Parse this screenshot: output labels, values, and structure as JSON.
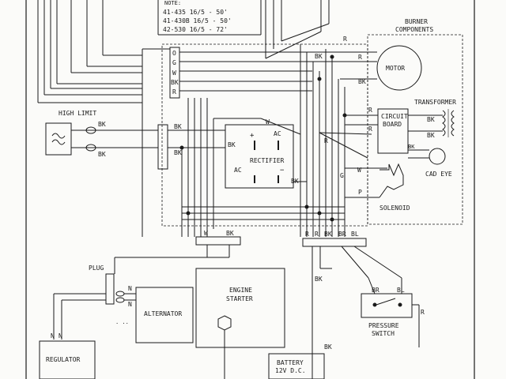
{
  "note": {
    "title": "NOTE:",
    "rows": [
      "41-435   16/5 - 50'",
      "41-430B  16/5 - 50'",
      "42-530   16/5 - 72'"
    ]
  },
  "sections": {
    "burner_components": [
      "BURNER",
      "COMPONENTS"
    ],
    "high_limit": "HIGH LIMIT",
    "motor": "MOTOR",
    "transformer": "TRANSFORMER",
    "circuit_board": [
      "CIRCUIT",
      "BOARD"
    ],
    "cad_eye": "CAD EYE",
    "rectifier": "RECTIFIER",
    "solenoid": "SOLENOID",
    "plug": "PLUG",
    "alternator": "ALTERNATOR",
    "engine_starter": [
      "ENGINE",
      "STARTER"
    ],
    "regulator": "REGULATOR",
    "pressure_switch": [
      "PRESSURE",
      "SWITCH"
    ],
    "battery": [
      "BATTERY",
      "12V D.C."
    ]
  },
  "wire_labels": {
    "O": "O",
    "G": "G",
    "W": "W",
    "BK": "BK",
    "R": "R",
    "BR": "BR",
    "BL": "BL",
    "P": "P",
    "N": "N",
    "AC": "AC",
    "plus": "+",
    "minus": "−"
  },
  "colors": {
    "ink": "#1a1a1a",
    "paper": "#fbfbf9"
  }
}
